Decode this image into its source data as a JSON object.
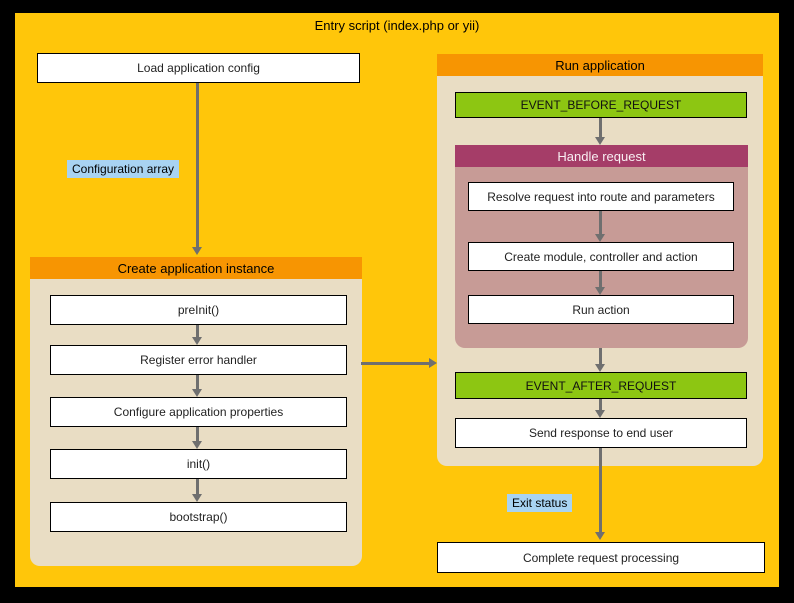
{
  "title": "Entry script (index.php or yii)",
  "colors": {
    "frame": "#000000",
    "canvas": "#FFC60A",
    "section_header": "#F79502",
    "section_body": "#E9DDC4",
    "event_box": "#8DC612",
    "handle_header": "#A53D68",
    "handle_body": "#C79B96",
    "note_label": "#A8D3F2",
    "arrow": "#6F6F6F",
    "step_box": "#FFFFFF"
  },
  "left": {
    "load_box": "Load application config",
    "config_label": "Configuration array",
    "header": "Create application instance",
    "steps": [
      "preInit()",
      "Register error handler",
      "Configure application properties",
      "init()",
      "bootstrap()"
    ]
  },
  "right": {
    "header": "Run application",
    "event_before": "EVENT_BEFORE_REQUEST",
    "handle": {
      "header": "Handle request",
      "steps": [
        "Resolve request into route and parameters",
        "Create module, controller and action",
        "Run action"
      ]
    },
    "event_after": "EVENT_AFTER_REQUEST",
    "send_response": "Send response to end user",
    "exit_label": "Exit status",
    "complete_box": "Complete request processing"
  }
}
